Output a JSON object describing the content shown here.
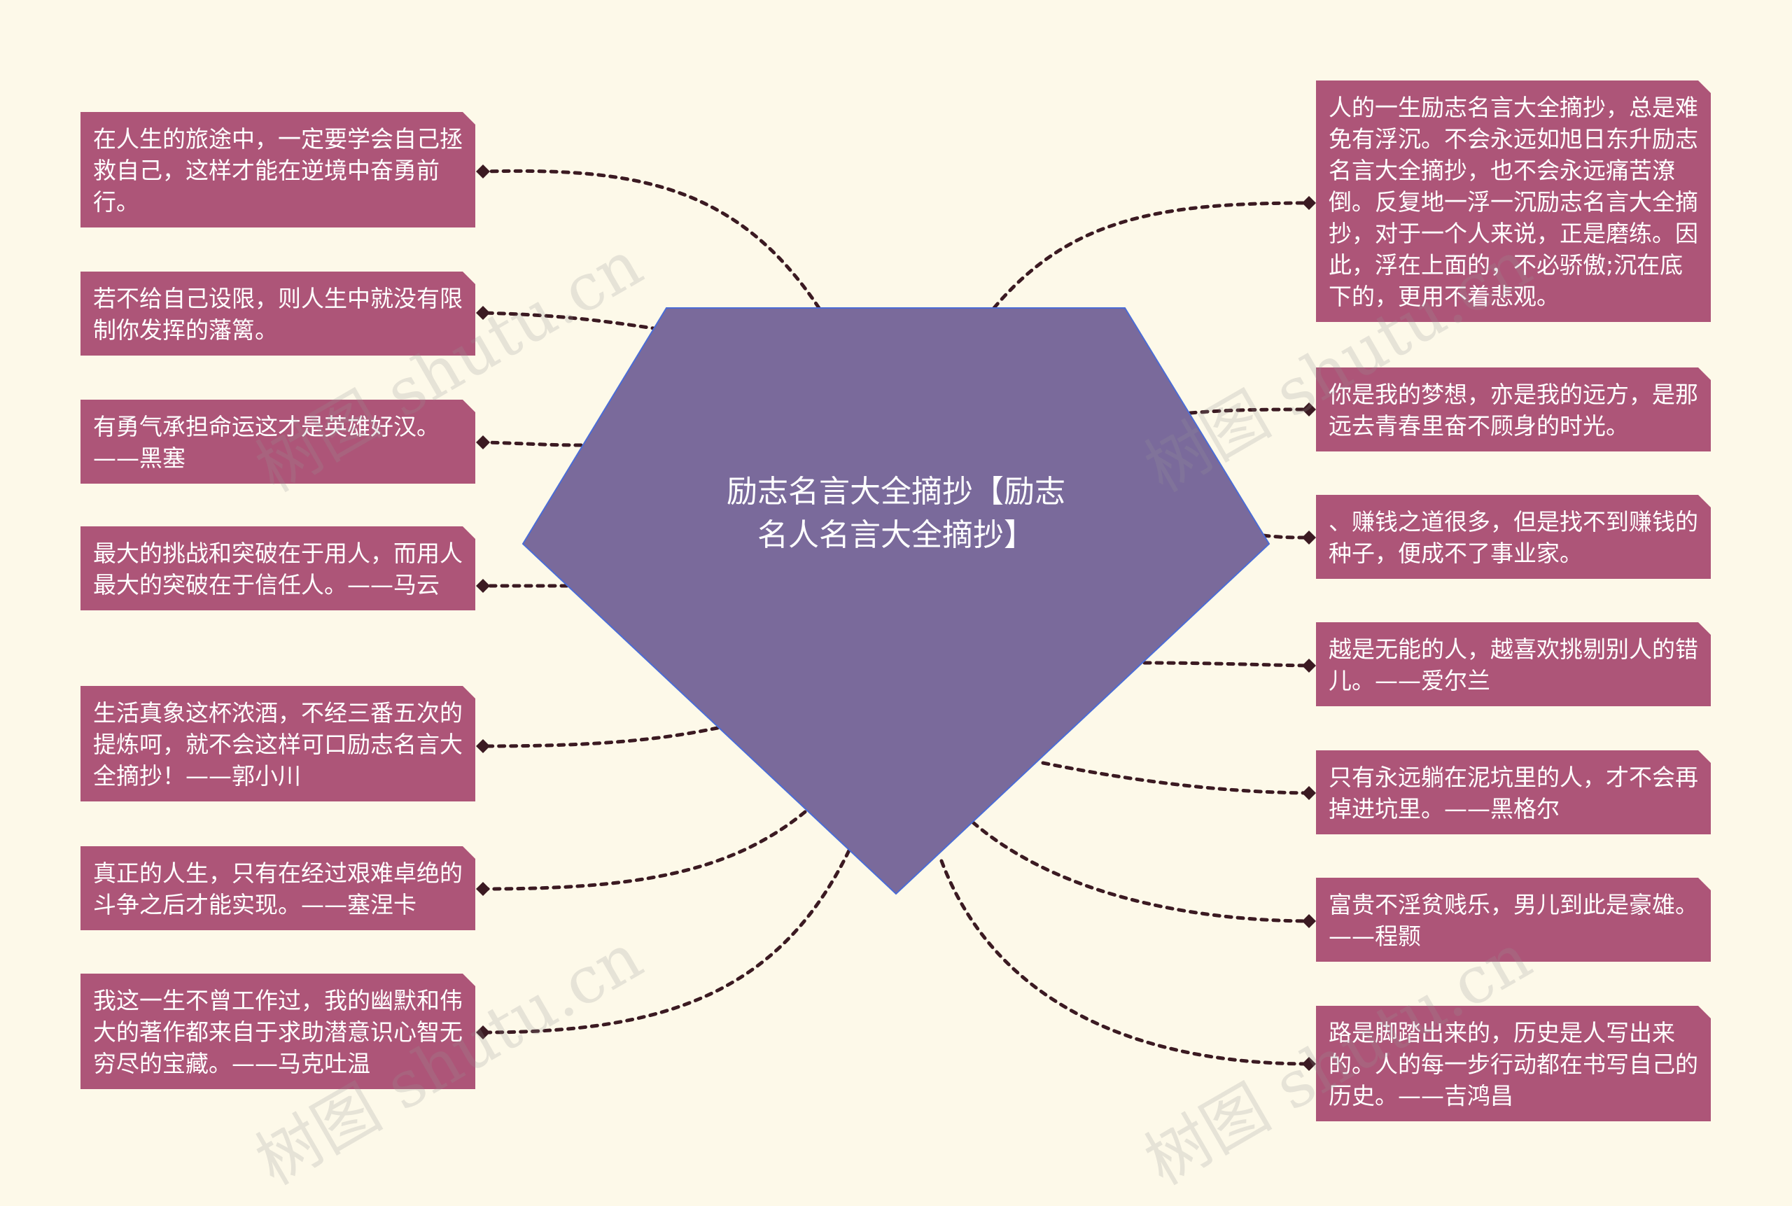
{
  "center": {
    "line1": "励志名言大全摘抄【励志",
    "line2": "名人名言大全摘抄】"
  },
  "left_nodes": [
    {
      "text": "在人生的旅途中，一定要学会自己拯救自己，这样才能在逆境中奋勇前行。"
    },
    {
      "text": "若不给自己设限，则人生中就没有限制你发挥的藩篱。"
    },
    {
      "text": "有勇气承担命运这才是英雄好汉。——黑塞"
    },
    {
      "text": "最大的挑战和突破在于用人，而用人最大的突破在于信任人。——马云"
    },
    {
      "text": "生活真象这杯浓酒，不经三番五次的提炼呵，就不会这样可口励志名言大全摘抄！——郭小川"
    },
    {
      "text": "真正的人生，只有在经过艰难卓绝的斗争之后才能实现。——塞涅卡"
    },
    {
      "text": "我这一生不曾工作过，我的幽默和伟大的著作都来自于求助潜意识心智无穷尽的宝藏。——马克吐温"
    }
  ],
  "right_nodes": [
    {
      "text": "人的一生励志名言大全摘抄，总是难免有浮沉。不会永远如旭日东升励志名言大全摘抄，也不会永远痛苦潦倒。反复地一浮一沉励志名言大全摘抄，对于一个人来说，正是磨练。因此，浮在上面的，不必骄傲;沉在底下的，更用不着悲观。"
    },
    {
      "text": "你是我的梦想，亦是我的远方，是那远去青春里奋不顾身的时光。"
    },
    {
      "text": "、赚钱之道很多，但是找不到赚钱的种子，便成不了事业家。"
    },
    {
      "text": "越是无能的人，越喜欢挑剔别人的错儿。——爱尔兰"
    },
    {
      "text": "只有永远躺在泥坑里的人，才不会再掉进坑里。——黑格尔"
    },
    {
      "text": "富贵不淫贫贱乐，男儿到此是豪雄。——程颢"
    },
    {
      "text": "路是脚踏出来的，历史是人写出来的。人的每一步行动都在书写自己的历史。——吉鸿昌"
    }
  ],
  "watermarks": [
    "树图 shutu.cn",
    "树图 shutu.cn",
    "树图 shutu.cn",
    "树图 shutu.cn"
  ],
  "colors": {
    "background": "#fdf9e9",
    "center_fill": "#7a6a9b",
    "center_stroke": "#4b6cd6",
    "node_fill": "#ad5578",
    "connector": "#3b1a22"
  }
}
